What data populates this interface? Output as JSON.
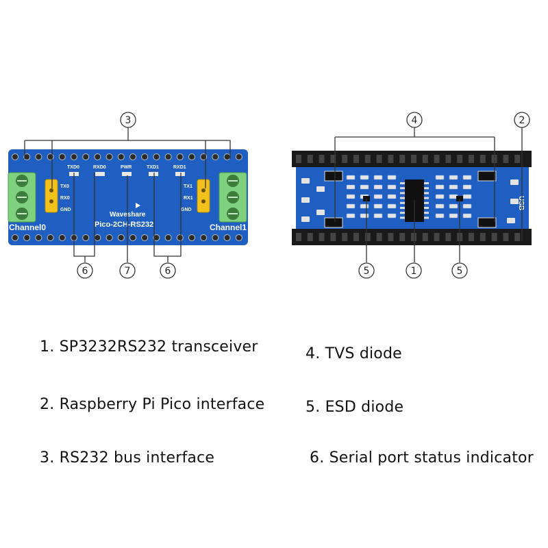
{
  "colors": {
    "pcb_blue": "#1f5fc2",
    "pcb_blue_dark": "#153f8a",
    "terminal_green": "#7fd17f",
    "header_black": "#1a1a1a",
    "jumper_yellow": "#f2c21b",
    "callout_line": "#333333"
  },
  "front_board": {
    "brand": "Waveshare",
    "model": "Pico-2CH-RS232",
    "channel0": "Channel0",
    "channel1": "Channel1",
    "leds": [
      "TXD0",
      "RXD0",
      "PWR",
      "TXD1",
      "RXD1"
    ],
    "pins_left": [
      "TX0",
      "RX0",
      "GND"
    ],
    "pins_right": [
      "TX1",
      "RX1",
      "GND"
    ],
    "callouts_top": [
      "3"
    ],
    "callouts_bottom": [
      "6",
      "7",
      "6"
    ]
  },
  "back_board": {
    "usb_label": "USB",
    "callouts_top": [
      "4",
      "2"
    ],
    "callouts_bottom": [
      "5",
      "1",
      "5"
    ]
  },
  "legend": {
    "item1": "1. SP3232RS232 transceiver",
    "item2": "2. Raspberry Pi Pico interface",
    "item3": "3. RS232 bus interface",
    "item4": "4. TVS diode",
    "item5": "5. ESD diode",
    "item6": "6. Serial port status indicator"
  }
}
